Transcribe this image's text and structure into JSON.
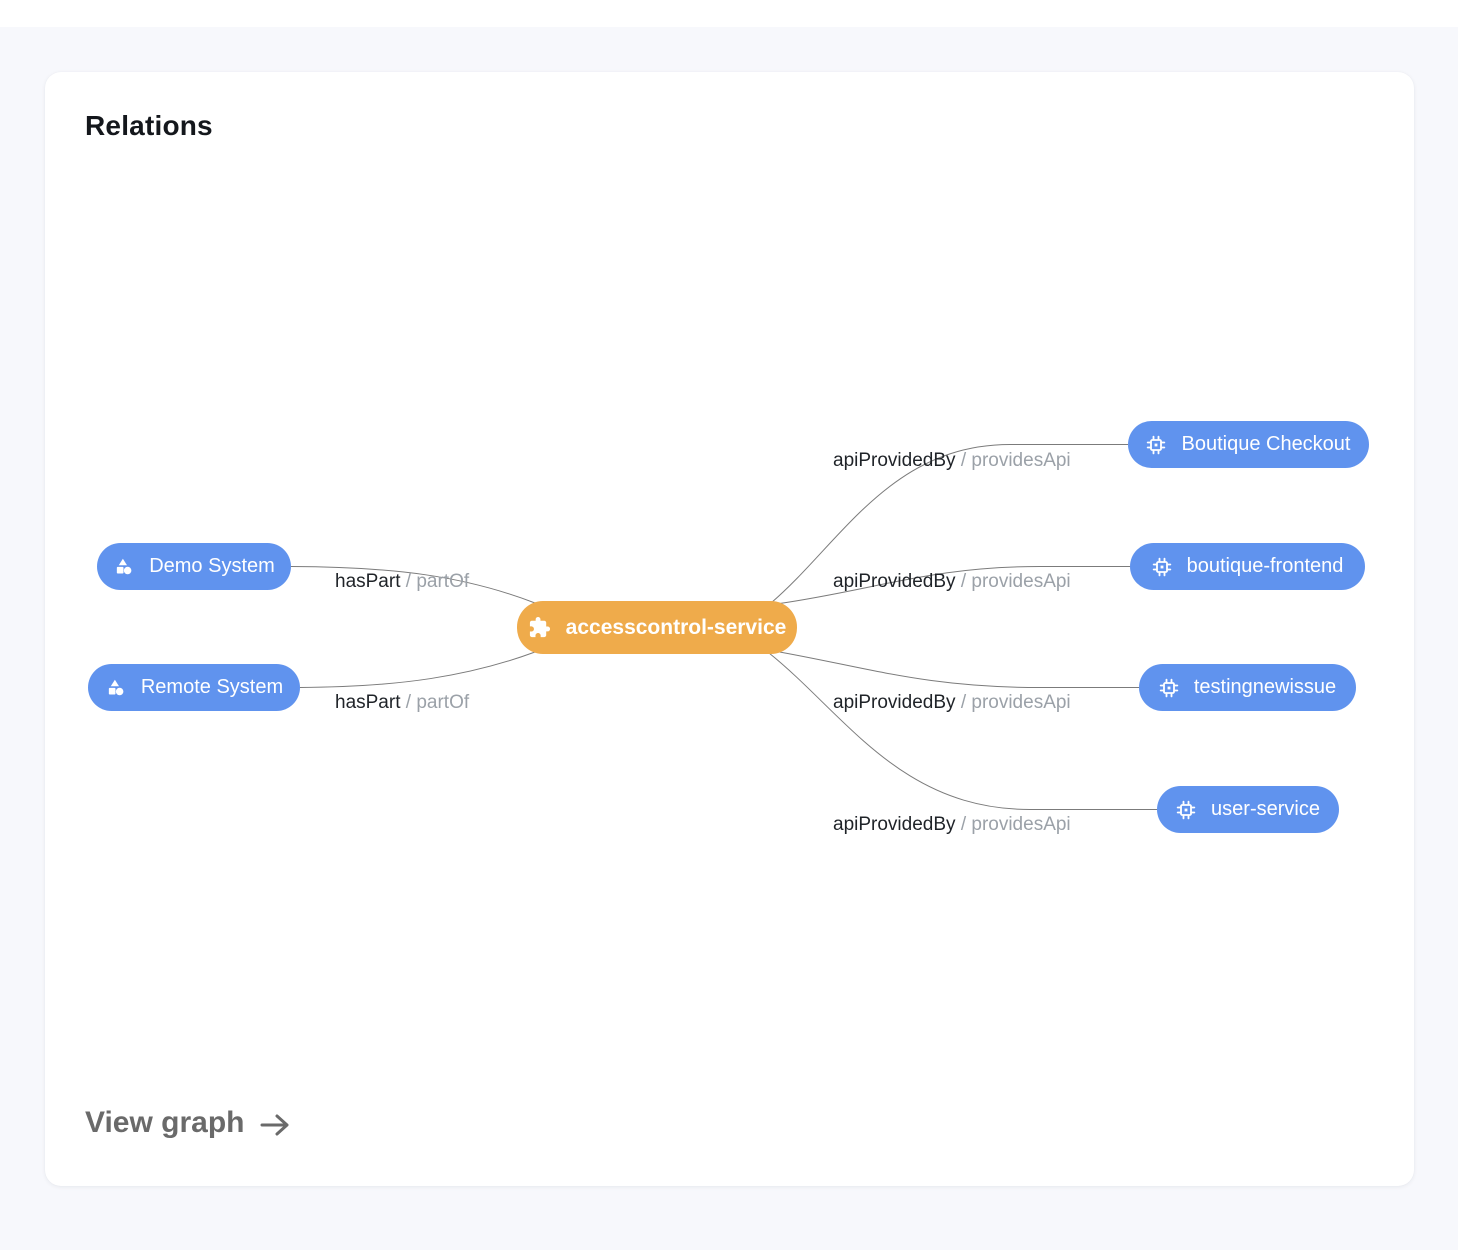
{
  "page": {
    "title": "Relations",
    "footer": {
      "label": "View graph",
      "arrow_icon": "arrow-right-icon"
    }
  },
  "colors": {
    "page_background": "#f7f8fc",
    "card_background": "#ffffff",
    "central_node_orange": "#efab4b",
    "node_blue": "#6093ee",
    "edge_line_gray": "#7b7b7b",
    "edge_label_primary": "#1f2328",
    "edge_label_secondary": "#9ba1a8",
    "footer_link_gray": "#6a6a6a"
  },
  "graph": {
    "central_node": {
      "label": "accesscontrol-service",
      "icon": "puzzle-icon"
    },
    "left_nodes": [
      {
        "label": "Demo System",
        "icon": "system-icon"
      },
      {
        "label": "Remote System",
        "icon": "system-icon"
      }
    ],
    "right_nodes": [
      {
        "label": "Boutique Checkout",
        "icon": "chip-icon"
      },
      {
        "label": "boutique-frontend",
        "icon": "chip-icon"
      },
      {
        "label": "testingnewissue",
        "icon": "chip-icon"
      },
      {
        "label": "user-service",
        "icon": "chip-icon"
      }
    ],
    "edges": [
      {
        "from": "Demo System",
        "to": "accesscontrol-service",
        "forward": "hasPart",
        "separator": "/",
        "reverse": "partOf"
      },
      {
        "from": "Remote System",
        "to": "accesscontrol-service",
        "forward": "hasPart",
        "separator": "/",
        "reverse": "partOf"
      },
      {
        "from": "accesscontrol-service",
        "to": "Boutique Checkout",
        "forward": "apiProvidedBy",
        "separator": "/",
        "reverse": "providesApi"
      },
      {
        "from": "accesscontrol-service",
        "to": "boutique-frontend",
        "forward": "apiProvidedBy",
        "separator": "/",
        "reverse": "providesApi"
      },
      {
        "from": "accesscontrol-service",
        "to": "testingnewissue",
        "forward": "apiProvidedBy",
        "separator": "/",
        "reverse": "providesApi"
      },
      {
        "from": "accesscontrol-service",
        "to": "user-service",
        "forward": "apiProvidedBy",
        "separator": "/",
        "reverse": "providesApi"
      }
    ]
  }
}
